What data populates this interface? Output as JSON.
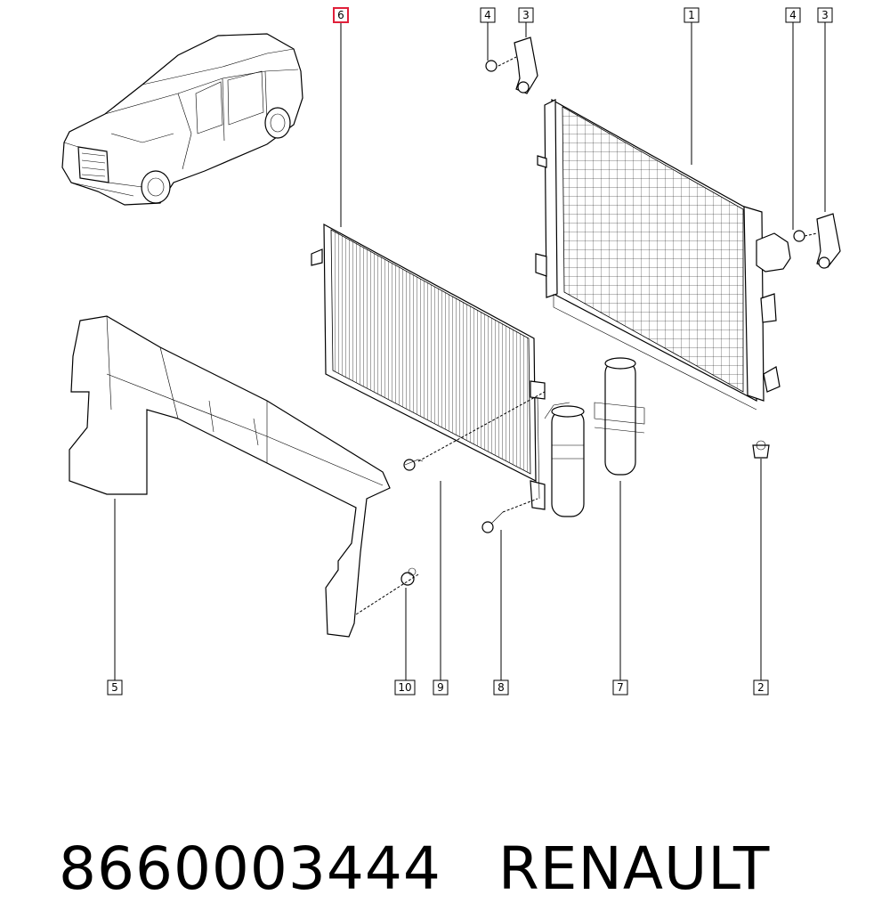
{
  "callouts": [
    {
      "id": "c6",
      "label": "6",
      "highlighted": true
    },
    {
      "id": "c4a",
      "label": "4"
    },
    {
      "id": "c3a",
      "label": "3"
    },
    {
      "id": "c1",
      "label": "1"
    },
    {
      "id": "c4b",
      "label": "4"
    },
    {
      "id": "c3b",
      "label": "3"
    },
    {
      "id": "c5",
      "label": "5"
    },
    {
      "id": "c10",
      "label": "10"
    },
    {
      "id": "c9",
      "label": "9"
    },
    {
      "id": "c8",
      "label": "8"
    },
    {
      "id": "c7",
      "label": "7"
    },
    {
      "id": "c2",
      "label": "2"
    }
  ],
  "caption": {
    "part_number": "8660003444",
    "brand": "RENAULT"
  },
  "colors": {
    "highlight": "#e0203a",
    "line": "#000000",
    "background": "#ffffff"
  }
}
